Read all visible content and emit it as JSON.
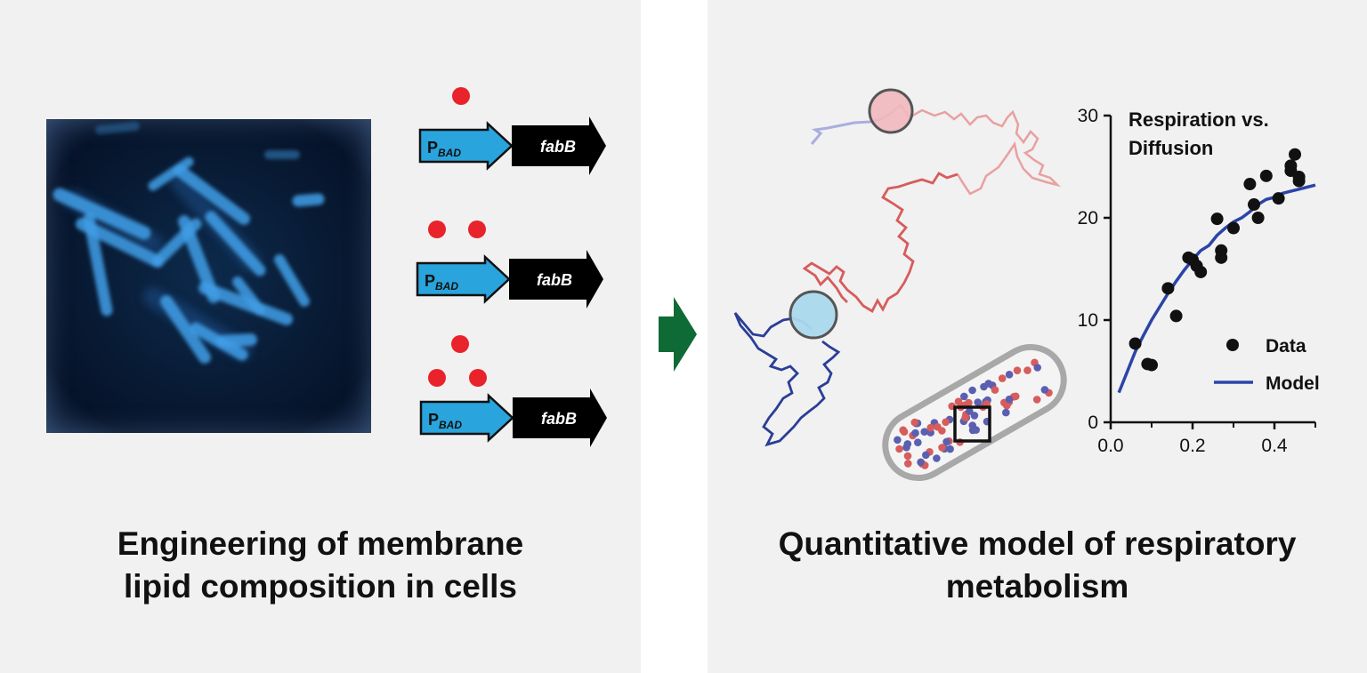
{
  "left_panel": {
    "caption_line1": "Engineering of membrane",
    "caption_line2": "lipid composition in cells",
    "constructs": [
      {
        "promoter": "P",
        "promoter_sub": "BAD",
        "gene": "fabB",
        "inducer_dots": 1
      },
      {
        "promoter": "P",
        "promoter_sub": "BAD",
        "gene": "fabB",
        "inducer_dots": 2
      },
      {
        "promoter": "P",
        "promoter_sub": "BAD",
        "gene": "fabB",
        "inducer_dots": 3
      }
    ]
  },
  "arrow_color": "#0e6b35",
  "right_panel": {
    "caption_line1": "Quantitative model of respiratory",
    "caption_line2": "metabolism"
  },
  "colors": {
    "promoter": "#29a4dc",
    "inducer": "#e8232b",
    "trajectory_red": "#d75c5c",
    "trajectory_blue": "#2b3e96",
    "model_line": "#2c44a8"
  },
  "chart_data": {
    "type": "scatter",
    "title": "Respiration vs. Diffusion",
    "xlabel": "",
    "ylabel": "",
    "xlim": [
      0.0,
      0.5
    ],
    "ylim": [
      0,
      30
    ],
    "xticks": [
      "0.0",
      "0.2",
      "0.4"
    ],
    "yticks": [
      "0",
      "10",
      "20",
      "30"
    ],
    "legend_position": "bottom-right",
    "series": [
      {
        "name": "Data",
        "kind": "scatter",
        "color": "#111111",
        "points": [
          [
            0.06,
            7.7
          ],
          [
            0.09,
            5.7
          ],
          [
            0.1,
            5.6
          ],
          [
            0.14,
            13.1
          ],
          [
            0.16,
            10.4
          ],
          [
            0.19,
            16.1
          ],
          [
            0.2,
            15.9
          ],
          [
            0.21,
            15.3
          ],
          [
            0.22,
            14.7
          ],
          [
            0.26,
            19.9
          ],
          [
            0.27,
            16.8
          ],
          [
            0.27,
            16.1
          ],
          [
            0.3,
            19.0
          ],
          [
            0.34,
            23.3
          ],
          [
            0.35,
            21.3
          ],
          [
            0.36,
            20.0
          ],
          [
            0.38,
            24.1
          ],
          [
            0.41,
            21.9
          ],
          [
            0.44,
            24.6
          ],
          [
            0.44,
            25.1
          ],
          [
            0.45,
            26.2
          ],
          [
            0.46,
            24.0
          ],
          [
            0.46,
            23.6
          ]
        ]
      },
      {
        "name": "Model",
        "kind": "line",
        "color": "#2c44a8",
        "points": [
          [
            0.02,
            2.9
          ],
          [
            0.04,
            4.9
          ],
          [
            0.06,
            6.9
          ],
          [
            0.08,
            8.5
          ],
          [
            0.1,
            10.0
          ],
          [
            0.12,
            11.3
          ],
          [
            0.14,
            12.6
          ],
          [
            0.16,
            13.8
          ],
          [
            0.18,
            14.9
          ],
          [
            0.2,
            15.9
          ],
          [
            0.22,
            16.8
          ],
          [
            0.24,
            17.3
          ],
          [
            0.26,
            18.3
          ],
          [
            0.28,
            19.0
          ],
          [
            0.3,
            19.6
          ],
          [
            0.32,
            20.0
          ],
          [
            0.34,
            20.6
          ],
          [
            0.36,
            21.3
          ],
          [
            0.38,
            21.8
          ],
          [
            0.4,
            22.0
          ],
          [
            0.42,
            22.4
          ],
          [
            0.44,
            22.6
          ],
          [
            0.46,
            22.8
          ],
          [
            0.48,
            23.0
          ],
          [
            0.5,
            23.2
          ]
        ]
      }
    ]
  }
}
